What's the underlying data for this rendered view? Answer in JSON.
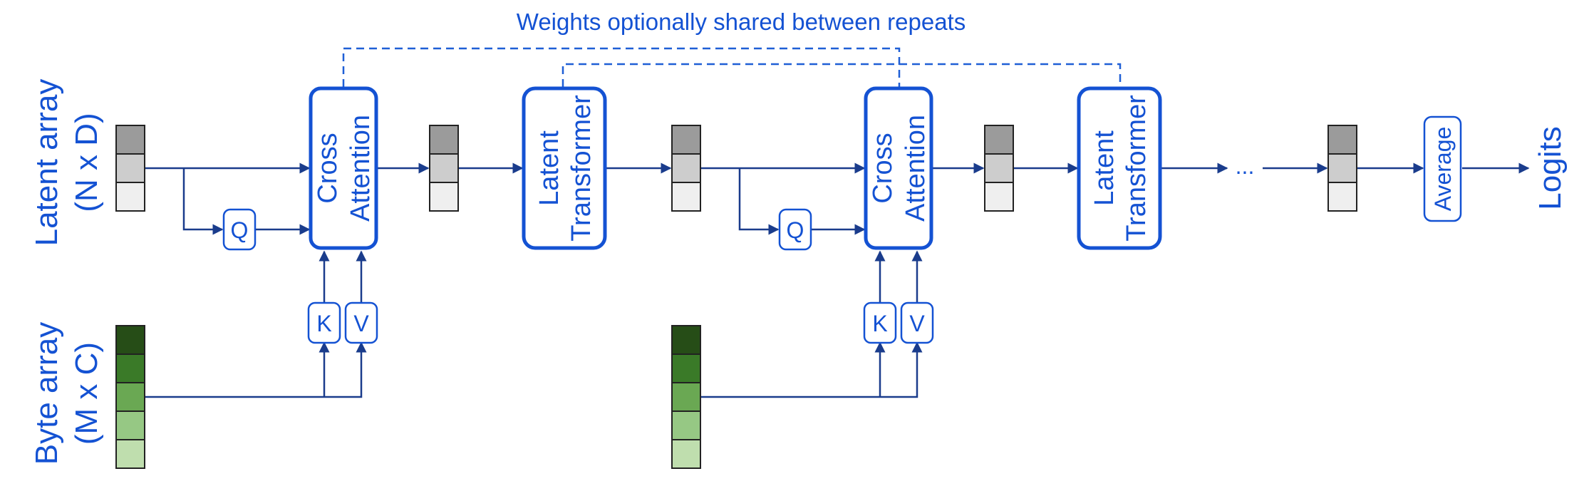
{
  "shared_note": "Weights optionally shared between repeats",
  "latent_array": {
    "title": "Latent array",
    "dims": "(N x D)"
  },
  "byte_array": {
    "title": "Byte array",
    "dims": "(M x C)"
  },
  "blocks": {
    "cross_attention": [
      "Cross",
      "Attention"
    ],
    "latent_transformer": [
      "Latent",
      "Transformer"
    ],
    "average": "Average"
  },
  "small_boxes": {
    "q": "Q",
    "k": "K",
    "v": "V"
  },
  "ellipsis": "...",
  "output": "Logits",
  "colors": {
    "latent_cells": [
      "#9b9b9b",
      "#cdcdcd",
      "#efefef"
    ],
    "byte_cells": [
      "#264d17",
      "#3a7a28",
      "#6aa853",
      "#96c884",
      "#bfdeae"
    ],
    "accent": "#1452d3"
  }
}
